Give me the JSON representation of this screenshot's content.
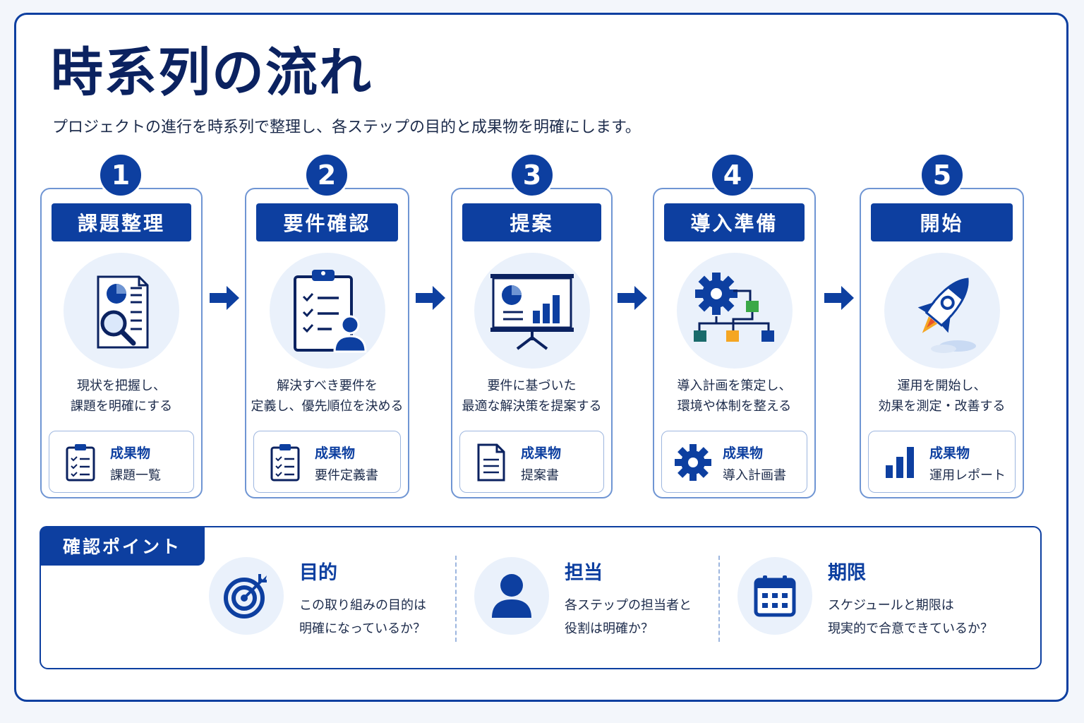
{
  "title": "時系列の流れ",
  "subtitle": "プロジェクトの進行を時系列で整理し、各ステップの目的と成果物を明確にします。",
  "deliverable_label": "成果物",
  "steps": [
    {
      "number": "1",
      "title": "課題整理",
      "desc_line1": "現状を把握し、",
      "desc_line2": "課題を明確にする",
      "deliverable": "課題一覧",
      "icon": "report-magnifier-icon"
    },
    {
      "number": "2",
      "title": "要件確認",
      "desc_line1": "解決すべき要件を",
      "desc_line2": "定義し、優先順位を決める",
      "deliverable": "要件定義書",
      "icon": "clipboard-person-icon"
    },
    {
      "number": "3",
      "title": "提案",
      "desc_line1": "要件に基づいた",
      "desc_line2": "最適な解決策を提案する",
      "deliverable": "提案書",
      "icon": "presentation-board-icon"
    },
    {
      "number": "4",
      "title": "導入準備",
      "desc_line1": "導入計画を策定し、",
      "desc_line2": "環境や体制を整える",
      "deliverable": "導入計画書",
      "icon": "gear-flowchart-icon"
    },
    {
      "number": "5",
      "title": "開始",
      "desc_line1": "運用を開始し、",
      "desc_line2": "効果を測定・改善する",
      "deliverable": "運用レポート",
      "icon": "rocket-icon"
    }
  ],
  "check_points": {
    "label": "確認ポイント",
    "items": [
      {
        "title": "目的",
        "line1": "この取り組みの目的は",
        "line2": "明確になっているか？",
        "icon": "target-icon"
      },
      {
        "title": "担当",
        "line1": "各ステップの担当者と",
        "line2": "役割は明確か？",
        "icon": "person-icon"
      },
      {
        "title": "期限",
        "line1": "スケジュールと期限は",
        "line2": "現実的で合意できているか？",
        "icon": "calendar-icon"
      }
    ]
  },
  "colors": {
    "primary": "#0d3fa0",
    "dark": "#0b2260",
    "light": "#eaf1fb",
    "green": "#3aa847",
    "orange": "#f5a623",
    "teal": "#1a6b6b"
  }
}
